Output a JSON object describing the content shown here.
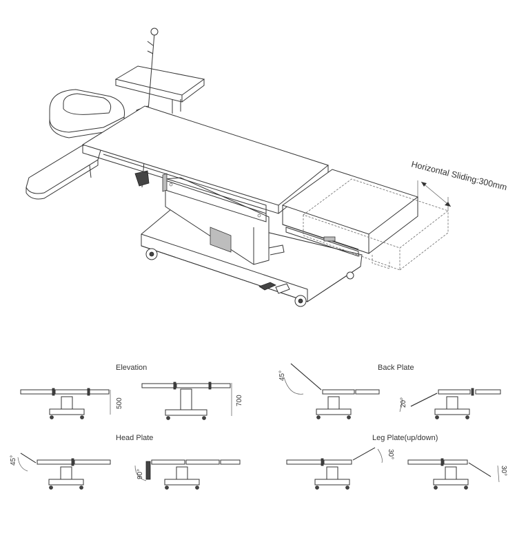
{
  "main_view": {
    "sliding_label": "Horizontal Sliding:300mm"
  },
  "panels": [
    {
      "title": "Elevation",
      "dims": [
        "500",
        "700"
      ]
    },
    {
      "title": "Back Plate",
      "dims": [
        "45°",
        "20°"
      ]
    },
    {
      "title": "Head Plate",
      "dims": [
        "45°",
        "90°"
      ]
    },
    {
      "title": "Leg Plate(up/down)",
      "dims": [
        "30°",
        "30°"
      ]
    }
  ]
}
